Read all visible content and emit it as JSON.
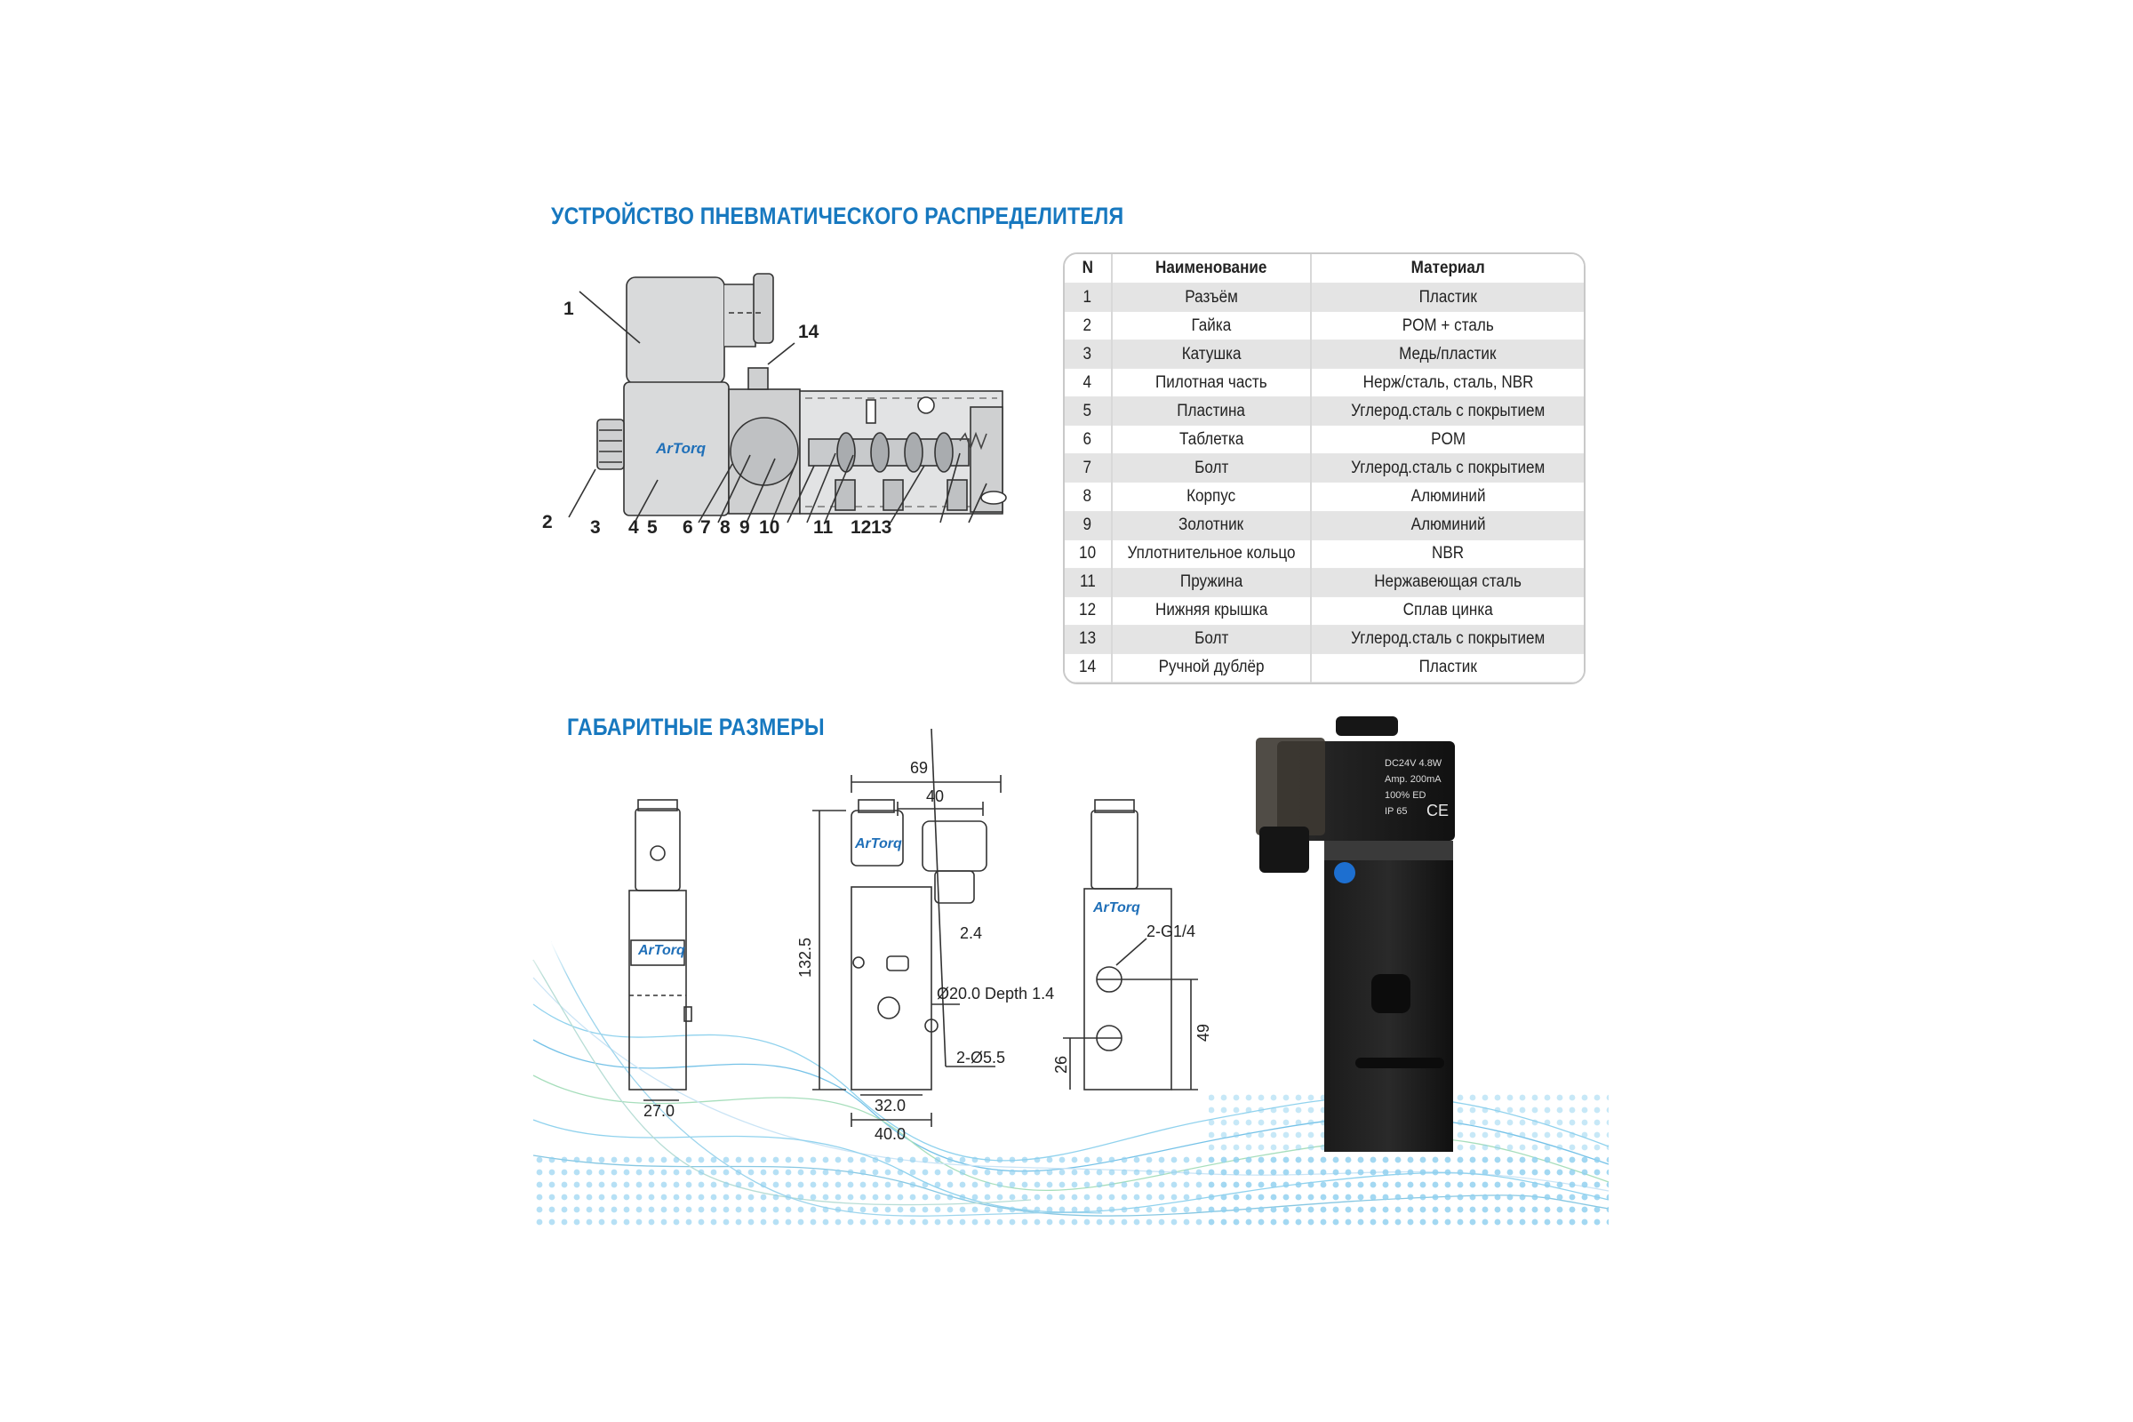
{
  "titles": {
    "structure": "УСТРОЙСТВО ПНЕВМАТИЧЕСКОГО РАСПРЕДЕЛИТЕЛЯ",
    "dimensions": "ГАБАРИТНЫЕ РАЗМЕРЫ"
  },
  "table": {
    "headers": [
      "N",
      "Наименование",
      "Материал"
    ],
    "rows": [
      [
        "1",
        "Разъём",
        "Пластик"
      ],
      [
        "2",
        "Гайка",
        "POM + сталь"
      ],
      [
        "3",
        "Катушка",
        "Медь/пластик"
      ],
      [
        "4",
        "Пилотная часть",
        "Нерж/сталь, сталь, NBR"
      ],
      [
        "5",
        "Пластина",
        "Углерод.сталь с покрытием"
      ],
      [
        "6",
        "Таблетка",
        "POM"
      ],
      [
        "7",
        "Болт",
        "Углерод.сталь с покрытием"
      ],
      [
        "8",
        "Корпус",
        "Алюминий"
      ],
      [
        "9",
        "Золотник",
        "Алюминий"
      ],
      [
        "10",
        "Уплотнительное кольцо",
        "NBR"
      ],
      [
        "11",
        "Пружина",
        "Нержавеющая сталь"
      ],
      [
        "12",
        "Нижняя крышка",
        "Сплав цинка"
      ],
      [
        "13",
        "Болт",
        "Углерод.сталь с покрытием"
      ],
      [
        "14",
        "Ручной дублёр",
        "Пластик"
      ]
    ]
  },
  "cutaway": {
    "callouts": [
      "1",
      "2",
      "3",
      "4",
      "5",
      "6",
      "7",
      "8",
      "9",
      "10",
      "11",
      "12",
      "13",
      "14"
    ],
    "logo": "ArTorq"
  },
  "dimensions": {
    "width_overall": "69",
    "width_coil": "40",
    "height": "132.5",
    "offset": "2.4",
    "bore": "Ø20.0 Depth 1.4",
    "holes": "2-Ø5.5",
    "base_inner": "32.0",
    "base_outer": "40.0",
    "side_width": "27.0",
    "ports": "2-G1/4",
    "port_height": "49",
    "port_low": "26",
    "logo": "ArTorq"
  },
  "photo": {
    "label_lines": [
      "DC24V  4.8W",
      "Amp.  200mA",
      "100%  ED",
      "IP 65"
    ],
    "ce_mark": "CE"
  },
  "colors": {
    "title": "#1778bf",
    "row_shade": "#e4e4e4",
    "logo_blue": "#1f6fb8"
  }
}
